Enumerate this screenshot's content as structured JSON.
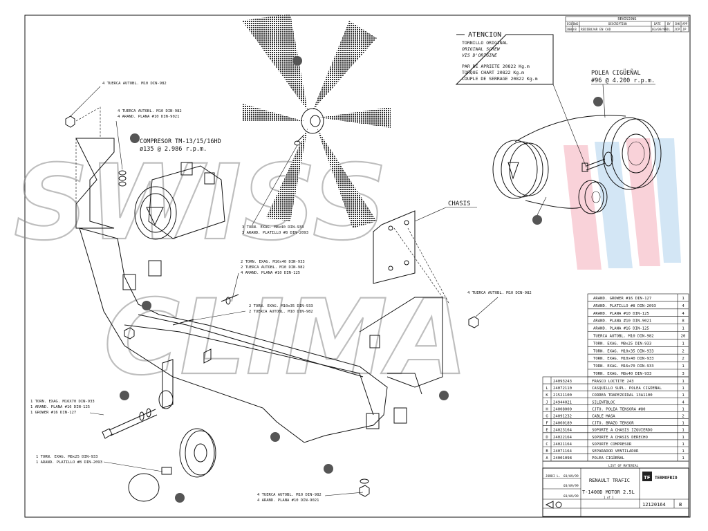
{
  "revisions": {
    "title": "REVISIONS",
    "headers": [
      "ECO",
      "DWG",
      "DESCRIPTION",
      "DATE",
      "BY",
      "CHK",
      "APP"
    ],
    "row": [
      "2000",
      "B",
      "REDIBUJAR EN CAD",
      "03/09/99",
      "JL",
      "JCP",
      "JP"
    ]
  },
  "notice": {
    "title": "ATENCION",
    "lines": [
      "TORNILLO ORIGINAL",
      "ORIGINAL SCREW",
      "VIS D'ORIGINE",
      "PAR DE APRIETE 20822 Kg.m",
      "TORQUE CHART 20822 Kg.m",
      "COUPLE DE SERRAGE 20822 Kg.m"
    ]
  },
  "callouts": {
    "pulley_title": "POLEA CIGÜEÑAL",
    "pulley_spec": "#96 @ 4.200 r.p.m.",
    "compressor_title": "COMPRESOR TM-13/15/16HD",
    "compressor_spec": "ø135 @ 2.986 r.p.m.",
    "chasis": "CHASIS",
    "n1": "4 TUERCA AUTOBL. M10 DIN-982",
    "n2a": "4 TUERCA AUTOBL. M10 DIN-982",
    "n2b": "4 ARAND. PLANA #10 DIN-9021",
    "n3a": "3 TORN. EXAG. M8x40 DIN-933",
    "n3b": "3 ARAND. PLATILLO #8 DIN-2093",
    "n4a": "2 TORN. EXAG. M10x40 DIN-933",
    "n4b": "2 TUERCA AUTOBL. M10 DIN-982",
    "n4c": "4 ARAND. PLANA #10 DIN-125",
    "n5a": "2 TORN. EXAG. M10x35 DIN-933",
    "n5b": "2 TUERCA AUTOBL. M10 DIN-982",
    "n6": "4 TUERCA AUTOBL. M10 DIN-982",
    "n7a": "1 TORN. EXAG. M16X70 DIN-933",
    "n7b": "1 ARAND. PLANA #16 DIN-125",
    "n7c": "1 GROWER #16 DIN-127",
    "n8a": "1 TORN. EXAG. M8x25 DIN-933",
    "n8b": "1 ARAND. PLATILLO #8 DIN-2093",
    "n9a": "4 TUERCA AUTOBL. M10 DIN-982",
    "n9b": "4 ARAND. PLANA #10 DIN-9021"
  },
  "bom_hardware": [
    {
      "desc": "ARAND. GROWER #16 DIN-127",
      "qty": "1"
    },
    {
      "desc": "ARAND. PLATILLO #8 DIN-2093",
      "qty": "4"
    },
    {
      "desc": "ARAND. PLANA #10 DIN-125",
      "qty": "4"
    },
    {
      "desc": "ARAND. PLANA #10 DIN-9021",
      "qty": "8"
    },
    {
      "desc": "ARAND. PLANA #16 DIN-125",
      "qty": "1"
    },
    {
      "desc": "TUERCA AUTOBL. M10 DIN-982",
      "qty": "20"
    },
    {
      "desc": "TORN. EXAG. M8x25 DIN-933",
      "qty": "1"
    },
    {
      "desc": "TORN. EXAG. M10x35 DIN-933",
      "qty": "2"
    },
    {
      "desc": "TORN. EXAG. M10x40 DIN-933",
      "qty": "2"
    },
    {
      "desc": "TORN. EXAG. M16x70 DIN-933",
      "qty": "1"
    },
    {
      "desc": "TORN. EXAG. M8x40 DIN-933",
      "qty": "3"
    }
  ],
  "bom_parts": [
    {
      "item": "",
      "code": "24093243",
      "desc": "FRASCO LOCTITE 243",
      "qty": "1"
    },
    {
      "item": "L",
      "code": "24072110",
      "desc": "CASQUILLO SUPL. POLEA CIGÜEÑAL",
      "qty": "1"
    },
    {
      "item": "K",
      "code": "21521100",
      "desc": "CORREA TRAPEZOIDAL 13A1100",
      "qty": "1"
    },
    {
      "item": "J",
      "code": "24944021",
      "desc": "SILENTBLOC",
      "qty": "4"
    },
    {
      "item": "H",
      "code": "24008000",
      "desc": "CJTO. POLEA TENSORA #80",
      "qty": "1"
    },
    {
      "item": "G",
      "code": "24091232",
      "desc": "CABLE MASA",
      "qty": "2"
    },
    {
      "item": "F",
      "code": "24060189",
      "desc": "CJTO. BRAZO TENSOR",
      "qty": "1"
    },
    {
      "item": "E",
      "code": "24023164",
      "desc": "SOPORTE A CHASIS IZQUIERDO",
      "qty": "1"
    },
    {
      "item": "D",
      "code": "24022164",
      "desc": "SOPORTE A CHASIS DERECHO",
      "qty": "1"
    },
    {
      "item": "C",
      "code": "24021164",
      "desc": "SOPORTE COMPRESOR",
      "qty": "1"
    },
    {
      "item": "B",
      "code": "24071164",
      "desc": "SEPARADOR VENTILADOR",
      "qty": "1"
    },
    {
      "item": "A",
      "code": "24001098",
      "desc": "POLEA CIGÜEÑAL",
      "qty": "1"
    }
  ],
  "titleblock": {
    "list_label": "LIST OF MATERIAL",
    "date1": "03/09/99",
    "date2": "03/09/99",
    "date3": "03/09/99",
    "drawn": "JORDI L.",
    "title1": "RENAULT TRAFIC",
    "title2": "T-1400D MOTOR 2.5L",
    "sheet": "1 of 1",
    "dwg_no": "12120164",
    "rev": "B",
    "logo": "TF",
    "brand": "TERMOFRIO"
  },
  "watermark": {
    "line1": "SWISS",
    "line2": "CLIMA"
  }
}
